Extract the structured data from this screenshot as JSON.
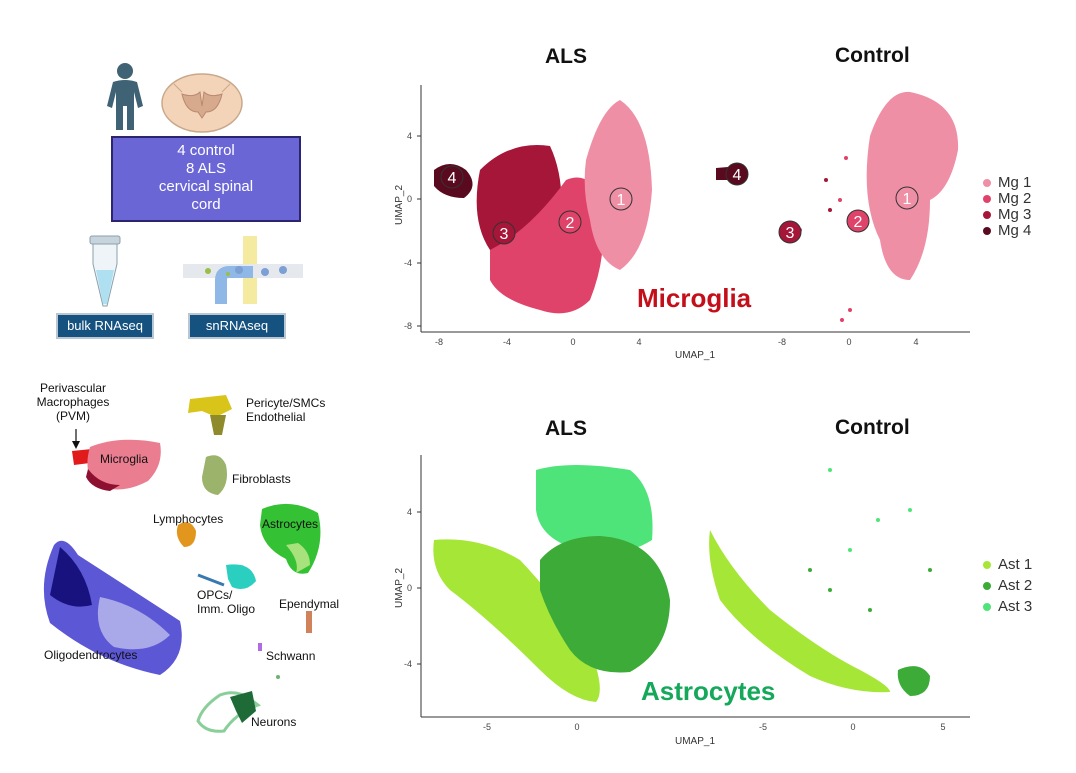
{
  "study": {
    "lines": [
      "4 control",
      "8 ALS",
      "cervical spinal",
      "cord"
    ],
    "assays": [
      "bulk RNAseq",
      "snRNAseq"
    ]
  },
  "atlas_labels": {
    "pvm": [
      "Perivascular",
      "Macrophages",
      "(PVM)"
    ],
    "microglia": "Microglia",
    "pericyte": [
      "Pericyte/SMCs",
      "Endothelial"
    ],
    "fibroblasts": "Fibroblasts",
    "lymphocytes": "Lymphocytes",
    "astrocytes": "Astrocytes",
    "opcs": [
      "OPCs/",
      "Imm. Oligo"
    ],
    "ependymal": "Ependymal",
    "oligodendrocytes": "Oligodendrocytes",
    "schwann": "Schwann",
    "neurons": "Neurons"
  },
  "microglia_panel": {
    "titles": [
      "ALS",
      "Control"
    ],
    "xlabel": "UMAP_1",
    "ylabel": "UMAP_2",
    "xticks": [
      "-8",
      "-4",
      "0",
      "4"
    ],
    "yticks": [
      "4",
      "0",
      "-4",
      "-8"
    ],
    "cell_type_label": "Microglia",
    "legend": [
      "Mg 1",
      "Mg 2",
      "Mg 3",
      "Mg 4"
    ],
    "cluster_numbers": [
      "1",
      "2",
      "3",
      "4"
    ]
  },
  "astrocyte_panel": {
    "titles": [
      "ALS",
      "Control"
    ],
    "xlabel": "UMAP_1",
    "ylabel": "UMAP_2",
    "xticks": [
      "-5",
      "0",
      "5"
    ],
    "yticks": [
      "4",
      "0",
      "-4"
    ],
    "cell_type_label": "Astrocytes",
    "legend": [
      "Ast 1",
      "Ast 2",
      "Ast 3"
    ]
  },
  "colors": {
    "mg1": "#ef8fa6",
    "mg2": "#e0436a",
    "mg3": "#a51638",
    "mg4": "#5a0a1e",
    "ast1": "#a6e637",
    "ast2": "#3cab38",
    "ast3": "#4fe47a",
    "microglia_label": "#c40f1b",
    "astrocytes_label": "#16a85a"
  }
}
